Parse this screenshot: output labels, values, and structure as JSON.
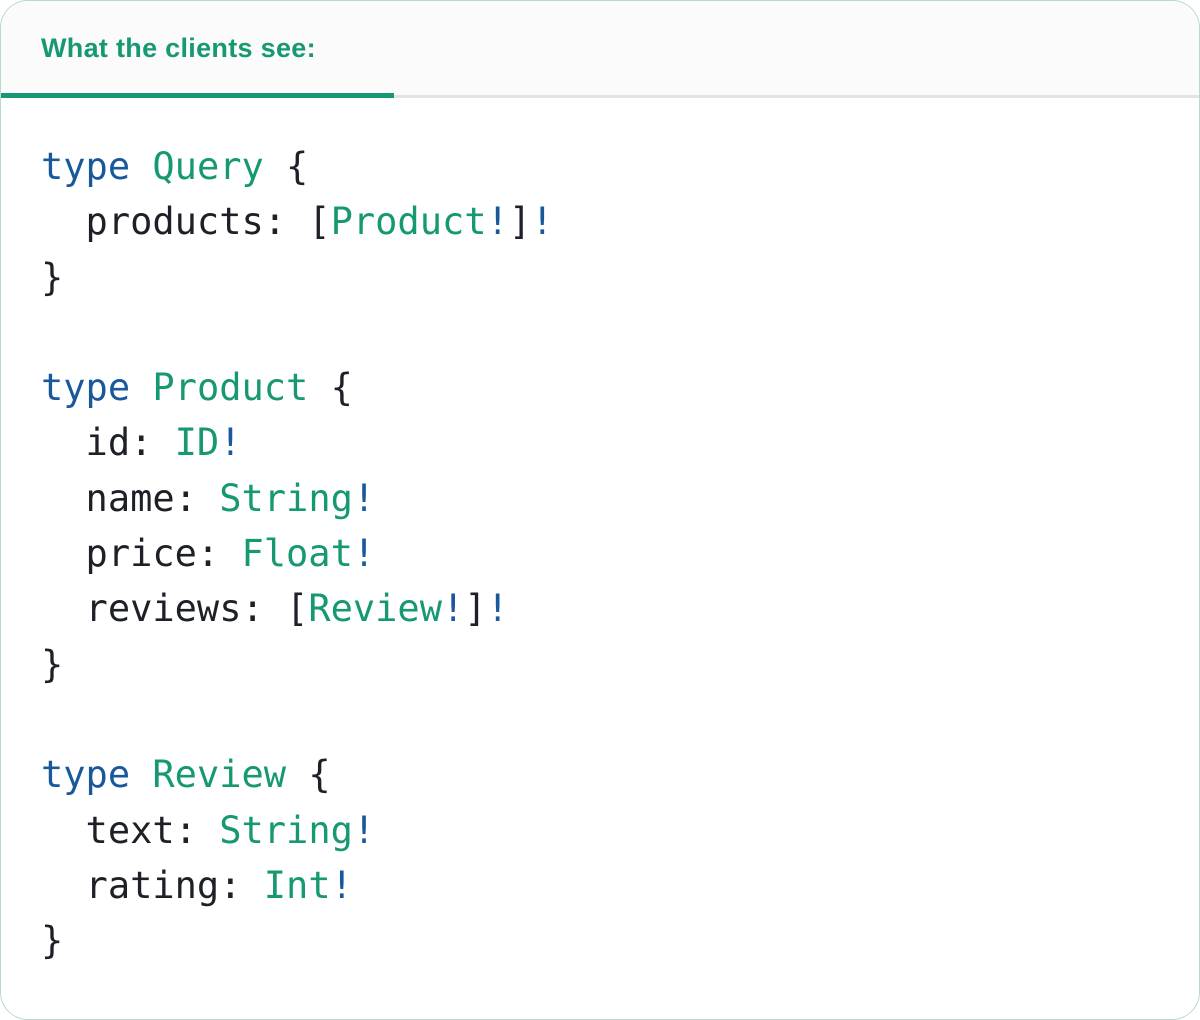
{
  "header": {
    "tab_label": "What the clients see:"
  },
  "colors": {
    "accent": "#169873",
    "keyword": "#1a589c",
    "code_text": "#1d2127",
    "header_rule": "#e4e4e4",
    "card_border": "#b9d9ca"
  },
  "code": {
    "language": "graphql",
    "lines": [
      [
        {
          "t": "type",
          "c": "kw"
        },
        {
          "t": " "
        },
        {
          "t": "Query",
          "c": "type"
        },
        {
          "t": " {"
        }
      ],
      [
        {
          "t": "  products: ["
        },
        {
          "t": "Product",
          "c": "type"
        },
        {
          "t": "!",
          "c": "kw"
        },
        {
          "t": "]"
        },
        {
          "t": "!",
          "c": "kw"
        }
      ],
      [
        {
          "t": "}"
        }
      ],
      [],
      [
        {
          "t": "type",
          "c": "kw"
        },
        {
          "t": " "
        },
        {
          "t": "Product",
          "c": "type"
        },
        {
          "t": " {"
        }
      ],
      [
        {
          "t": "  id: "
        },
        {
          "t": "ID",
          "c": "type"
        },
        {
          "t": "!",
          "c": "kw"
        }
      ],
      [
        {
          "t": "  name: "
        },
        {
          "t": "String",
          "c": "type"
        },
        {
          "t": "!",
          "c": "kw"
        }
      ],
      [
        {
          "t": "  price: "
        },
        {
          "t": "Float",
          "c": "type"
        },
        {
          "t": "!",
          "c": "kw"
        }
      ],
      [
        {
          "t": "  reviews: ["
        },
        {
          "t": "Review",
          "c": "type"
        },
        {
          "t": "!",
          "c": "kw"
        },
        {
          "t": "]"
        },
        {
          "t": "!",
          "c": "kw"
        }
      ],
      [
        {
          "t": "}"
        }
      ],
      [],
      [
        {
          "t": "type",
          "c": "kw"
        },
        {
          "t": " "
        },
        {
          "t": "Review",
          "c": "type"
        },
        {
          "t": " {"
        }
      ],
      [
        {
          "t": "  text: "
        },
        {
          "t": "String",
          "c": "type"
        },
        {
          "t": "!",
          "c": "kw"
        }
      ],
      [
        {
          "t": "  rating: "
        },
        {
          "t": "Int",
          "c": "type"
        },
        {
          "t": "!",
          "c": "kw"
        }
      ],
      [
        {
          "t": "}"
        }
      ]
    ]
  }
}
